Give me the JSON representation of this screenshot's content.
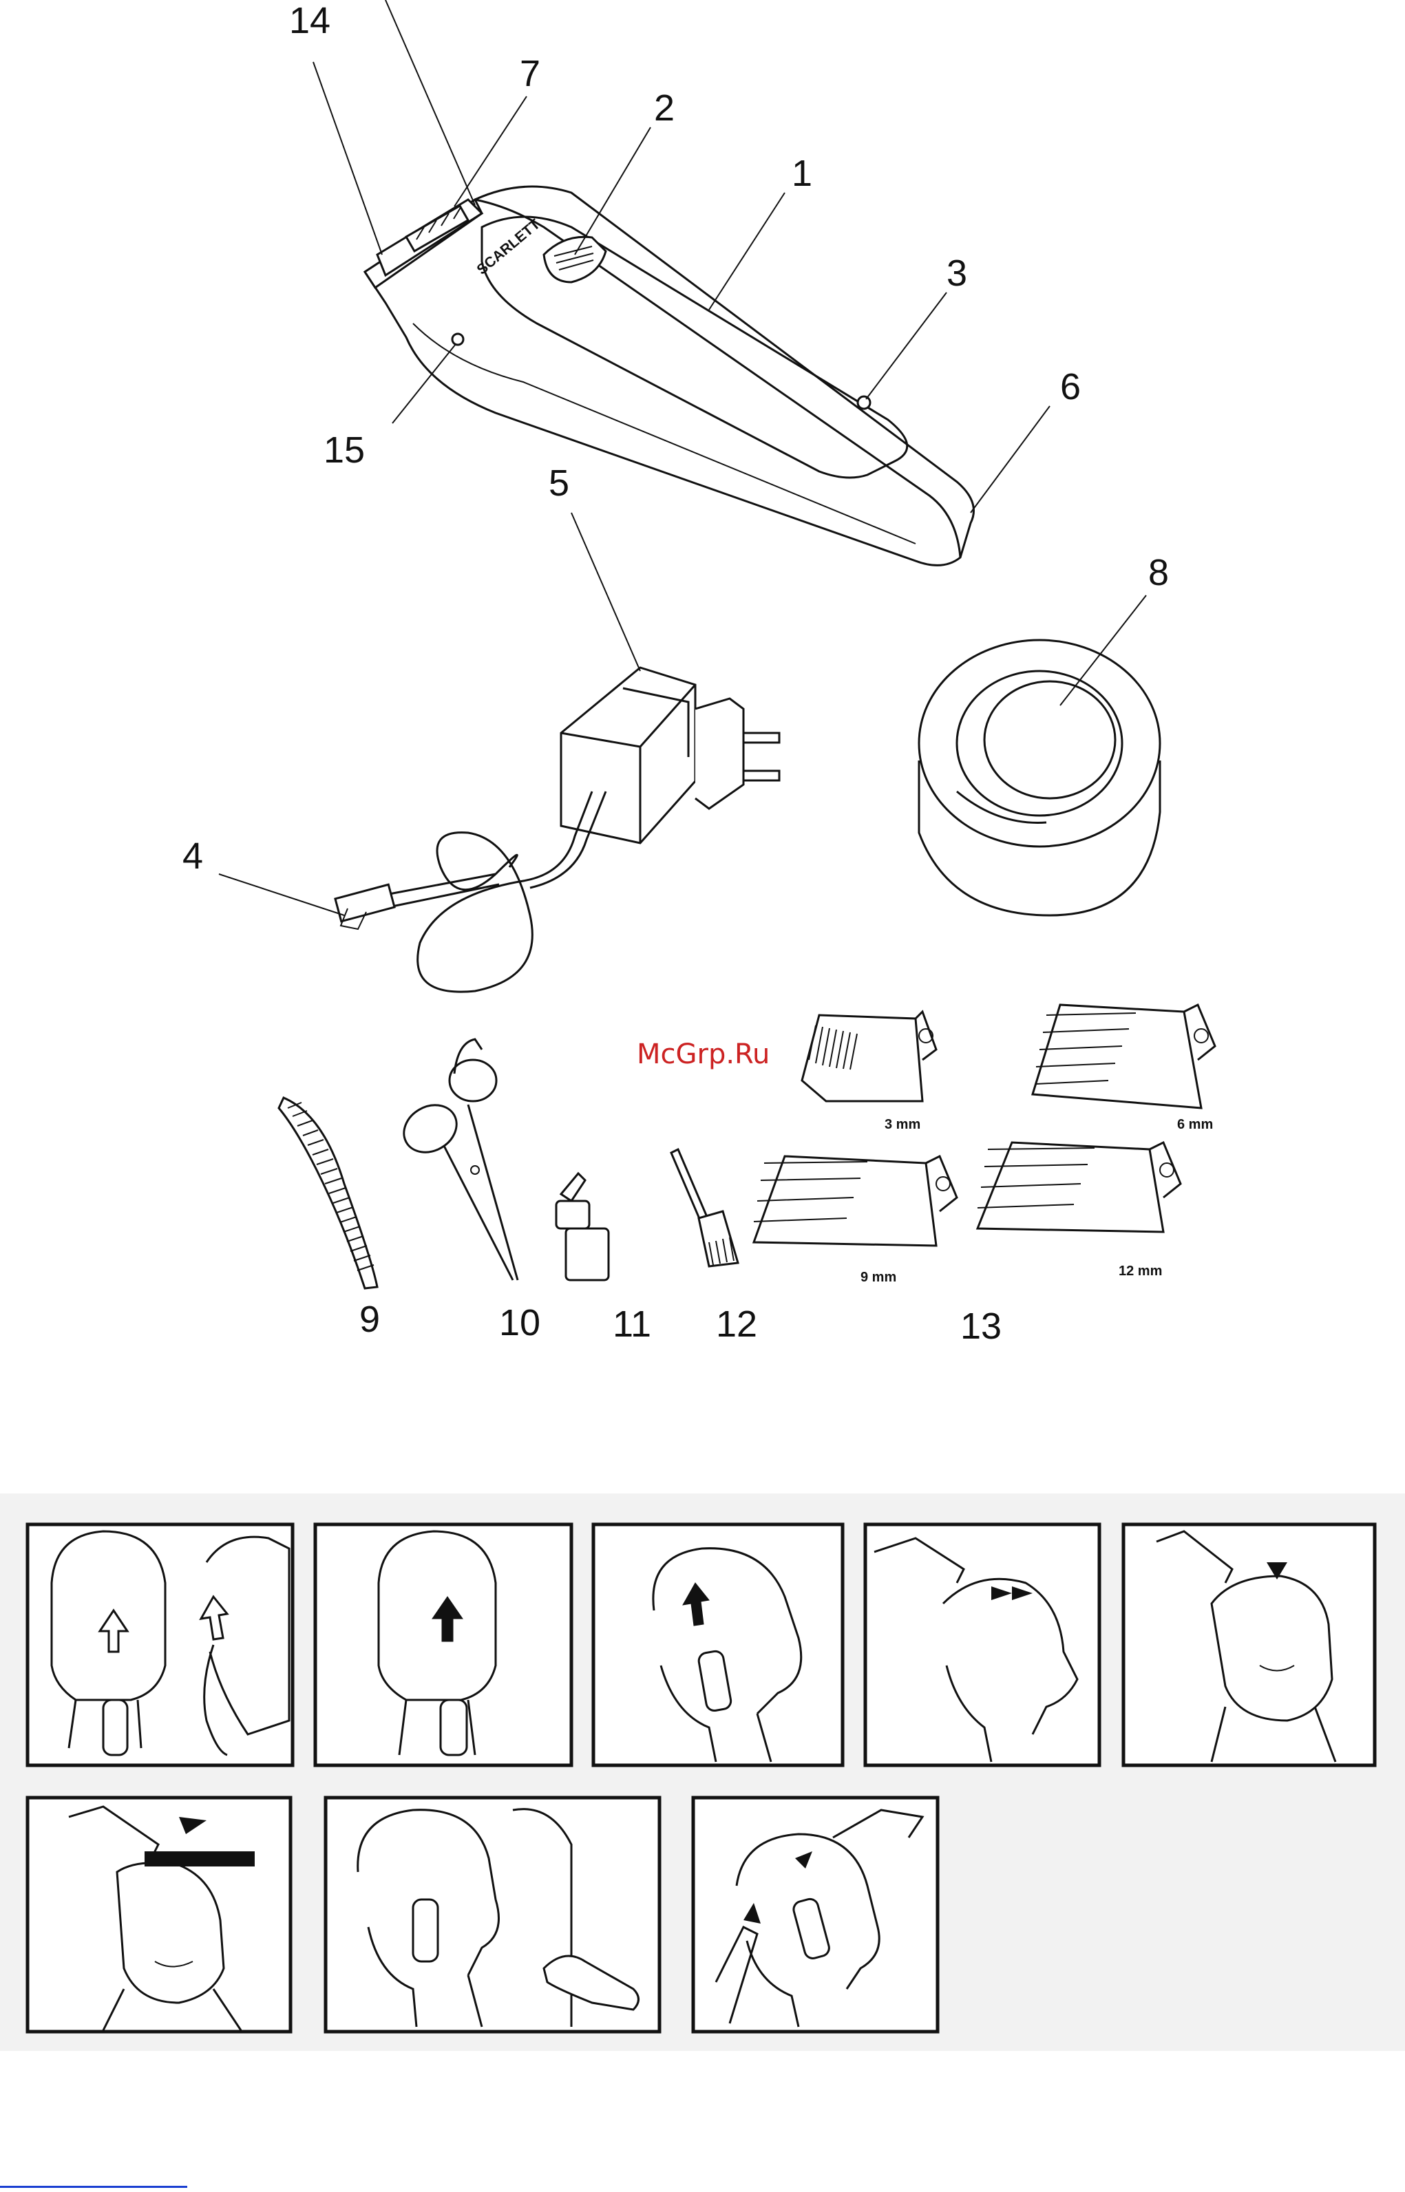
{
  "watermark": "McGrp.Ru",
  "brand": "SCARLETT",
  "part_labels": {
    "p1": "1",
    "p2": "2",
    "p3": "3",
    "p4": "4",
    "p5": "5",
    "p6": "6",
    "p7": "7",
    "p8": "8",
    "p9": "9",
    "p10": "10",
    "p11": "11",
    "p12": "12",
    "p13": "13",
    "p14": "14",
    "p15": "15"
  },
  "comb_sizes": {
    "c3": "3 mm",
    "c6": "6 mm",
    "c9": "9 mm",
    "c12": "12 mm"
  },
  "icons": [
    "hair-clipper",
    "charger-adapter",
    "charging-stand",
    "comb",
    "scissors",
    "oil-bottle",
    "cleaning-brush",
    "attachment-comb",
    "head-illustration"
  ],
  "colors": {
    "line": "#111111",
    "watermark": "#cc2222",
    "panel_band": "#f2f2f2",
    "link": "#1a3fd1"
  }
}
